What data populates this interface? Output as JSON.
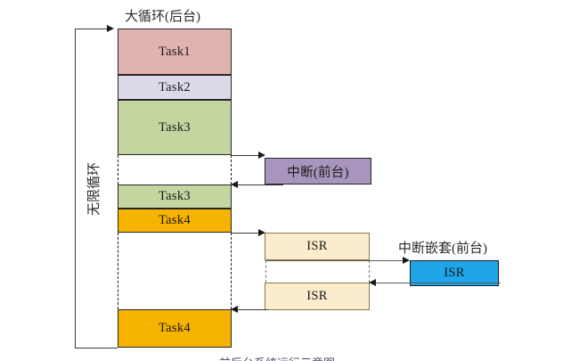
{
  "diagram": {
    "title_main_loop": "大循环(后台)",
    "label_infinite_loop": "无限循环",
    "label_nested_interrupt": "中断嵌套(前台)",
    "caption_clipped": "前后台系统运行示意图"
  },
  "colors": {
    "task1": "#e0b3b0",
    "task2": "#ded9e8",
    "task3": "#c3d6a0",
    "task4": "#f6b400",
    "isr": "#faeccc",
    "interrupt": "#a795bd",
    "isr_nested": "#1fa5e8",
    "line": "#3a3a3a",
    "dash": "#1a1a1a"
  },
  "main_loop_blocks": [
    {
      "label": "Task1",
      "style": "task-1"
    },
    {
      "label": "Task2",
      "style": "task-2"
    },
    {
      "label": "Task3",
      "style": "task-3"
    },
    {
      "label": "Task3",
      "style": "task-3"
    },
    {
      "label": "Task4",
      "style": "task-4"
    },
    {
      "label": "Task4",
      "style": "task-4"
    }
  ],
  "interrupt_blocks": [
    {
      "label": "中断(前台)",
      "style": "interrupt"
    },
    {
      "label": "ISR",
      "style": "isr"
    },
    {
      "label": "ISR",
      "style": "isr"
    }
  ],
  "nested_blocks": [
    {
      "label": "ISR",
      "style": "isr-nested"
    }
  ]
}
